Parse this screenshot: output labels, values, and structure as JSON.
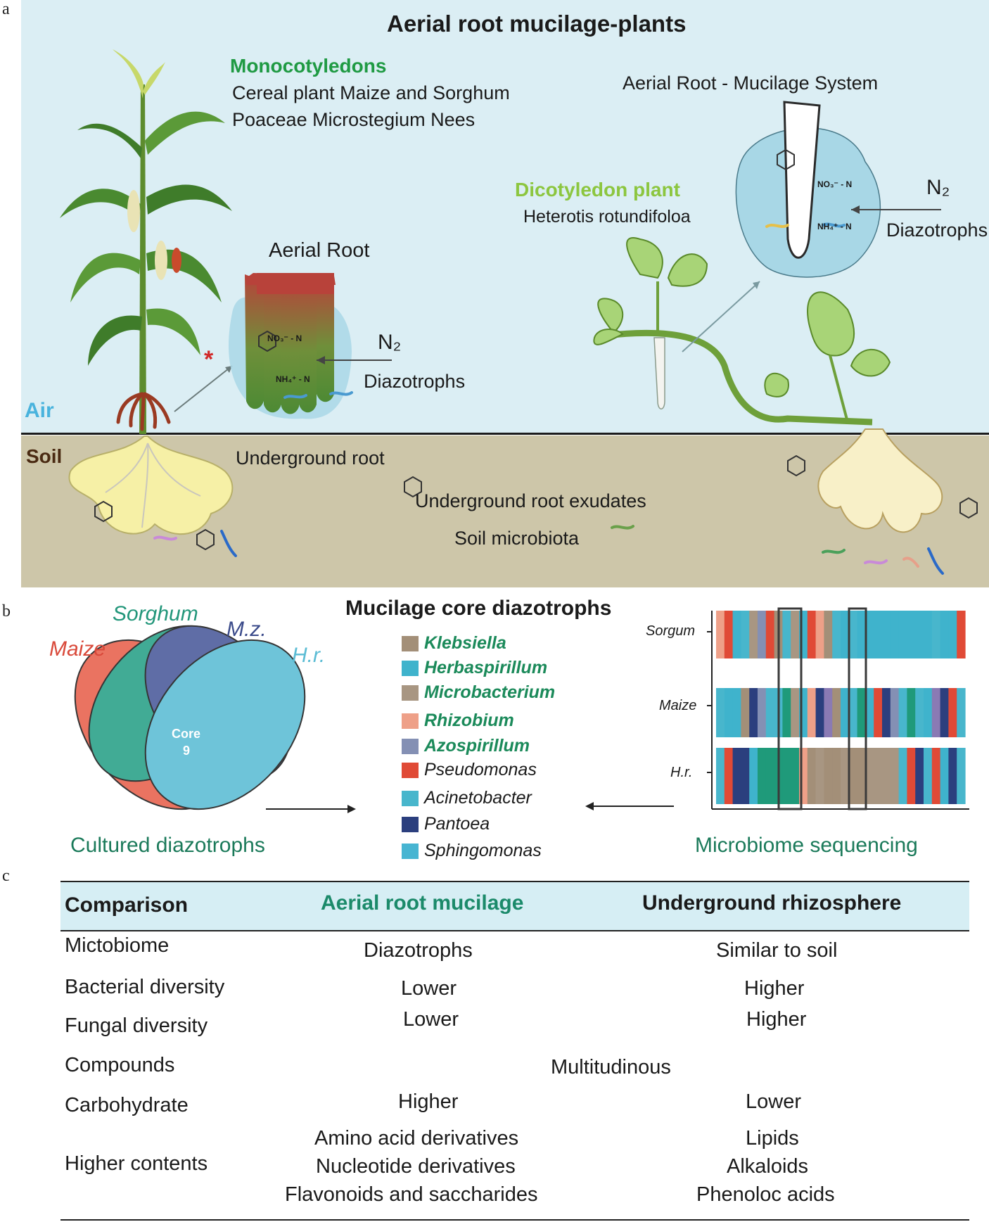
{
  "panel_letters": {
    "a": "a",
    "b": "b",
    "c": "c"
  },
  "panel_a": {
    "title": "Aerial root mucilage-plants",
    "monocot_heading": "Monocotyledons",
    "monocot_line1": "Cereal plant Maize and Sorghum",
    "monocot_line2": "Poaceae Microstegium Nees",
    "aerial_root_label": "Aerial Root",
    "n2_left": "N₂",
    "diazotrophs_left": "Diazotrophs",
    "no3_left": "NO₃⁻ - N",
    "nh4_left": "NH₄⁺ - N",
    "asterisk": "*",
    "system_label": "Aerial Root - Mucilage System",
    "dicot_heading": "Dicotyledon plant",
    "dicot_species": "Heterotis rotundifoloa",
    "n2_right": "N₂",
    "diazotrophs_right": "Diazotrophs",
    "no3_right": "NO₃⁻ - N",
    "nh4_right": "NH₄⁺ - N",
    "air_label": "Air",
    "soil_label": "Soil",
    "underground_root": "Underground root",
    "exudates": "Underground root exudates",
    "microbiota": "Soil microbiota",
    "colors": {
      "air": "#dbeef4",
      "soil": "#cdc6a9",
      "monocot": "#1f9a43",
      "dicot": "#8cc63f",
      "air_text": "#49b3dd",
      "soil_text": "#4a2a12"
    }
  },
  "panel_b": {
    "venn": {
      "sets": [
        "Maize",
        "Sorghum",
        "M.z.",
        "H.r."
      ],
      "set_colors": [
        "#e8604c",
        "#27a087",
        "#4a5a9a",
        "#5bbcd4"
      ],
      "label_colors": [
        "#d9493a",
        "#22967a",
        "#3a4a8a",
        "#5bbcd4"
      ],
      "core_label": "Core",
      "core_count": "9",
      "caption": "Cultured diazotrophs"
    },
    "legend_title": "Mucilage core diazotrophs",
    "legend": [
      {
        "name": "Klebsiella",
        "color": "#a38f78",
        "core": true
      },
      {
        "name": "Herbaspirillum",
        "color": "#3fb3cc",
        "core": true
      },
      {
        "name": "Microbacterium",
        "color": "#a89682",
        "core": true
      },
      {
        "name": "Rhizobium",
        "color": "#eea088",
        "core": true
      },
      {
        "name": "Azospirillum",
        "color": "#8490b4",
        "core": true
      },
      {
        "name": "Pseudomonas",
        "color": "#e04a36",
        "core": false
      },
      {
        "name": "Acinetobacter",
        "color": "#48b6cc",
        "core": false
      },
      {
        "name": "Pantoea",
        "color": "#2b3f7e",
        "core": false
      },
      {
        "name": "Sphingomonas",
        "color": "#47b5d2",
        "core": false
      }
    ],
    "bar_rows": [
      "Sorgum",
      "Maize",
      "H.r."
    ],
    "sequencing_caption": "Microbiome sequencing"
  },
  "panel_c": {
    "headers": [
      "Comparison",
      "Aerial root mucilage",
      "Underground rhizosphere"
    ],
    "header_bg": "#d6eef4",
    "mucilage_color": "#1b8a6a",
    "rows": [
      {
        "label": "Mictobiome",
        "mucilage": [
          "Diazotrophs"
        ],
        "rhizosphere": [
          "Similar to soil"
        ]
      },
      {
        "label": "Bacterial diversity",
        "mucilage": [
          "Lower"
        ],
        "rhizosphere": [
          "Higher"
        ]
      },
      {
        "label": "Fungal diversity",
        "mucilage": [
          "Lower"
        ],
        "rhizosphere": [
          "Higher"
        ]
      },
      {
        "label": "Compounds",
        "shared": "Multitudinous"
      },
      {
        "label": "Carbohydrate",
        "mucilage": [
          "Higher"
        ],
        "rhizosphere": [
          "Lower"
        ]
      },
      {
        "label": "Higher contents",
        "mucilage": [
          "Amino acid derivatives",
          "Nucleotide derivatives",
          "Flavonoids and saccharides"
        ],
        "rhizosphere": [
          "Lipids",
          "Alkaloids",
          "Phenoloc acids"
        ]
      }
    ]
  }
}
